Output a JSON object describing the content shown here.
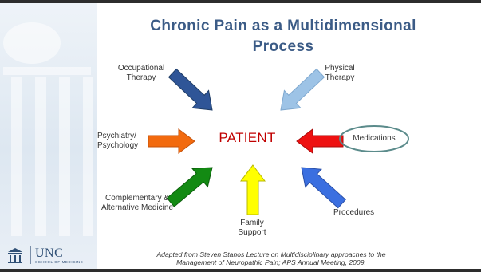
{
  "title": "Chronic Pain as a Multidimensional\nProcess",
  "center": "PATIENT",
  "nodes": {
    "occupational_therapy": "Occupational\nTherapy",
    "physical_therapy": "Physical\nTherapy",
    "psychiatry": "Psychiatry/\nPsychology",
    "medications": "Medications",
    "complementary": "Complementary &\nAlternative Medicine",
    "family_support": "Family\nSupport",
    "procedures": "Procedures"
  },
  "citation": "Adapted from Steven Stanos Lecture on Multidisciplinary approaches to the\nManagement of Neuropathic Pain; APS Annual Meeting, 2009.",
  "logo": {
    "name": "UNC",
    "subtitle": "SCHOOL OF MEDICINE"
  },
  "colors": {
    "title": "#3b5b86",
    "patient": "#c00000",
    "arrow_occupational": "#2f5597",
    "arrow_physical": "#9dc3e6",
    "arrow_psychiatry": "#f26a0e",
    "arrow_medications": "#ee1111",
    "arrow_complementary": "#138a13",
    "arrow_family": "#ffff00",
    "arrow_procedures": "#3b6fe0",
    "medications_oval": "#5b8b8b"
  }
}
